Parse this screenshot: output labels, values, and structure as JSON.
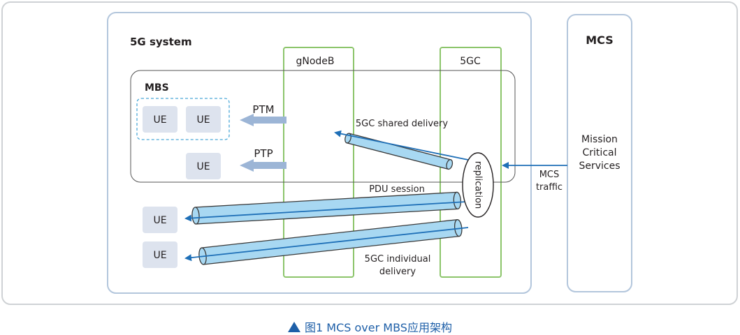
{
  "system": {
    "title": "5G system"
  },
  "mbs": {
    "title": "MBS"
  },
  "gnodeb": {
    "label": "gNodeB"
  },
  "core": {
    "label": "5GC"
  },
  "mcs": {
    "title": "MCS",
    "services": [
      "Mission",
      "Critical",
      "Services"
    ]
  },
  "ue_label": "UE",
  "ptm_label": "PTM",
  "ptp_label": "PTP",
  "shared_delivery_label": "5GC shared delivery",
  "pdu_session_label": "PDU session",
  "individual_delivery_label": [
    "5GC individual",
    "delivery"
  ],
  "replication_label": "replication",
  "mcs_traffic_label": [
    "MCS",
    "traffic"
  ],
  "caption": "图1  MCS over MBS应用架构",
  "colors": {
    "frame_border": "#cfd2d5",
    "system_border": "#b3c6dc",
    "node_border": "#8cc56b",
    "ue_fill": "#dde3ee",
    "arrow_blue": "#9cb5d6",
    "tube_fill": "#a8d8f2",
    "line_blue": "#1e6fb7",
    "caption_blue": "#1e5fa8"
  }
}
